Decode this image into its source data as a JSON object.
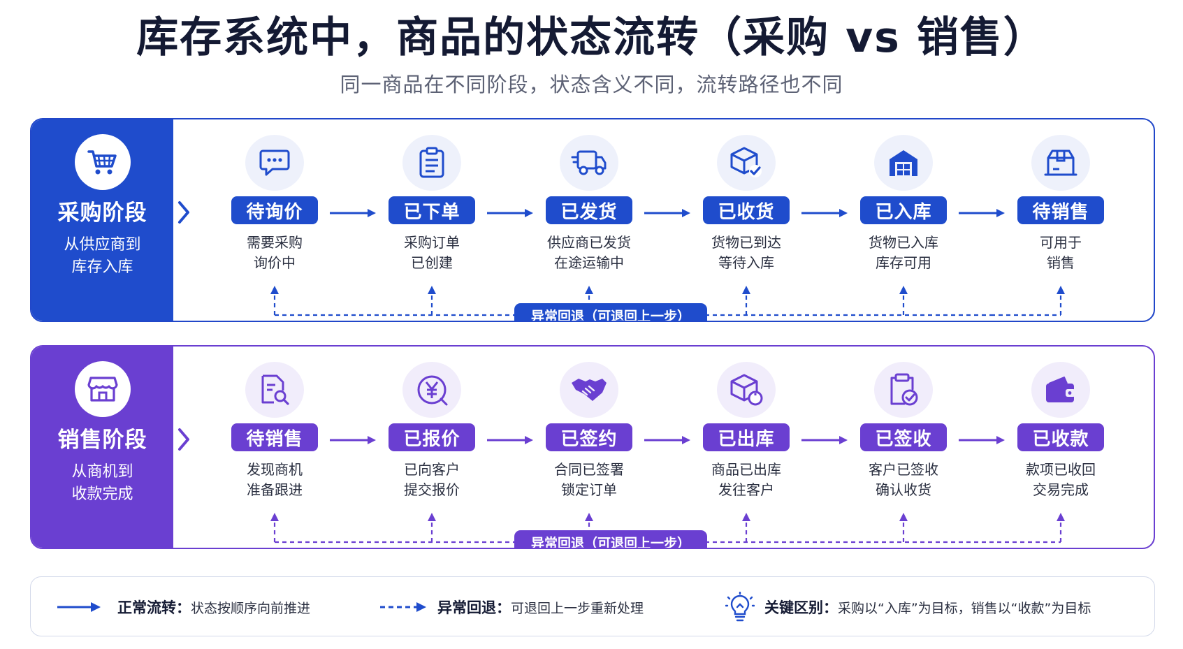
{
  "title": "库存系统中，商品的状态流转（采购 vs 销售）",
  "subtitle": "同一商品在不同阶段，状态含义不同，流转路径也不同",
  "colors": {
    "purchase": "#1f4ccc",
    "sales": "#6a3fd1",
    "title": "#141a33"
  },
  "purchase": {
    "title": "采购阶段",
    "desc_line1": "从供应商到",
    "desc_line2": "库存入库",
    "icon": "shopping-cart-icon",
    "states": [
      {
        "label": "待询价",
        "icon": "chat-bubble-icon",
        "line1": "需要采购",
        "line2": "询价中"
      },
      {
        "label": "已下单",
        "icon": "clipboard-icon",
        "line1": "采购订单",
        "line2": "已创建"
      },
      {
        "label": "已发货",
        "icon": "truck-icon",
        "line1": "供应商已发货",
        "line2": "在途运输中"
      },
      {
        "label": "已收货",
        "icon": "box-check-icon",
        "line1": "货物已到达",
        "line2": "等待入库"
      },
      {
        "label": "已入库",
        "icon": "warehouse-icon",
        "line1": "货物已入库",
        "line2": "库存可用"
      },
      {
        "label": "待销售",
        "icon": "package-icon",
        "line1": "可用于",
        "line2": "销售"
      }
    ],
    "rollback_label": "异常回退（可退回上一步）"
  },
  "sales": {
    "title": "销售阶段",
    "desc_line1": "从商机到",
    "desc_line2": "收款完成",
    "icon": "store-icon",
    "states": [
      {
        "label": "待销售",
        "icon": "document-search-icon",
        "line1": "发现商机",
        "line2": "准备跟进"
      },
      {
        "label": "已报价",
        "icon": "yuan-coin-icon",
        "line1": "已向客户",
        "line2": "提交报价"
      },
      {
        "label": "已签约",
        "icon": "handshake-icon",
        "line1": "合同已签署",
        "line2": "锁定订单"
      },
      {
        "label": "已出库",
        "icon": "box-out-icon",
        "line1": "商品已出库",
        "line2": "发往客户"
      },
      {
        "label": "已签收",
        "icon": "clipboard-check-icon",
        "line1": "客户已签收",
        "line2": "确认收货"
      },
      {
        "label": "已收款",
        "icon": "wallet-icon",
        "line1": "款项已收回",
        "line2": "交易完成"
      }
    ],
    "rollback_label": "异常回退（可退回上一步）"
  },
  "legend": {
    "normal_key": "正常流转：",
    "normal_text": "状态按顺序向前推进",
    "rollback_key": "异常回退：",
    "rollback_text": "可退回上一步重新处理",
    "key_diff_key": "关键区别：",
    "key_diff_text": "采购以“入库”为目标，销售以“收款”为目标",
    "bulb_icon": "lightbulb-icon"
  }
}
